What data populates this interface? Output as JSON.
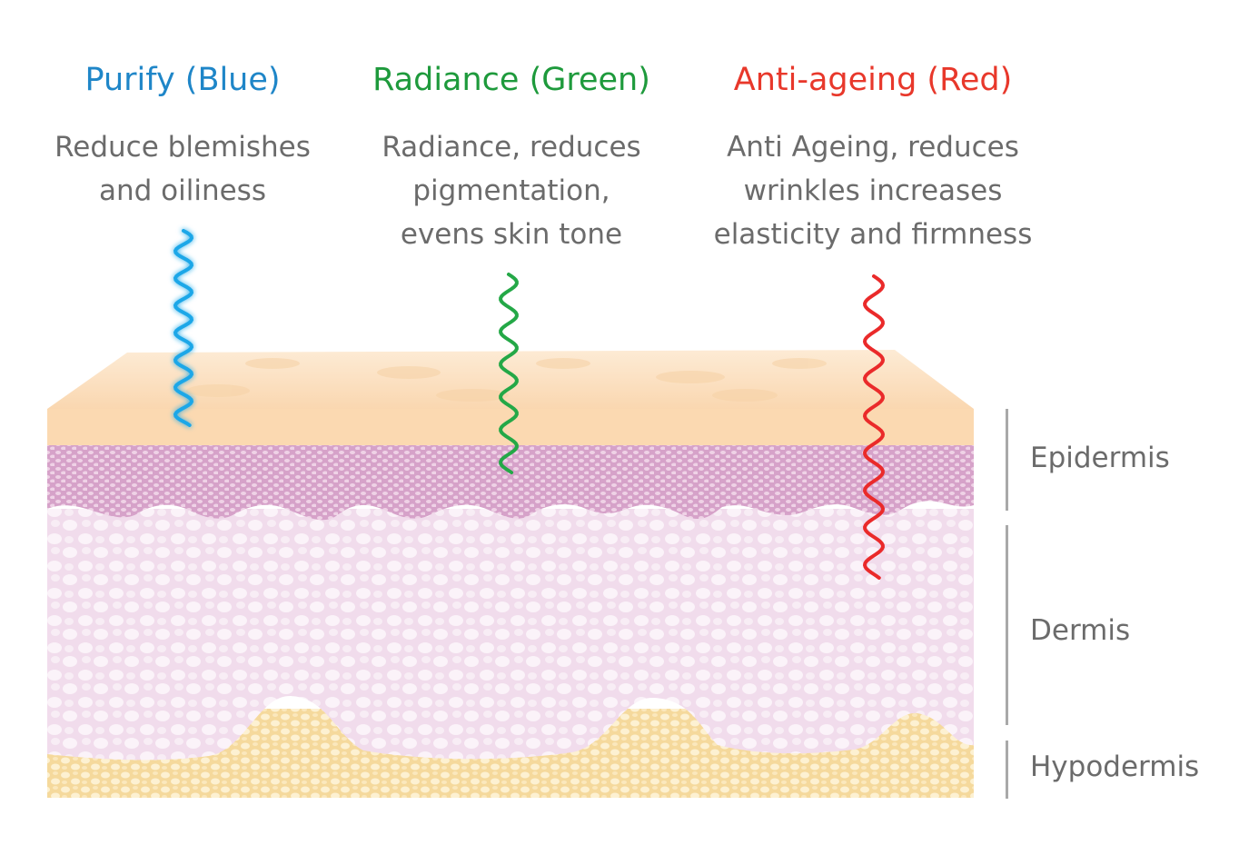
{
  "treatments": [
    {
      "id": "blue",
      "title": "Purify (Blue)",
      "color": "#1f86c8",
      "wave_color": "#1aa7e8",
      "description": [
        "Reduce blemishes",
        "and oiliness"
      ]
    },
    {
      "id": "green",
      "title": "Radiance (Green)",
      "color": "#1e9a3c",
      "wave_color": "#24a847",
      "description": [
        "Radiance, reduces",
        "pigmentation,",
        "evens skin tone"
      ]
    },
    {
      "id": "red",
      "title": "Anti-ageing (Red)",
      "color": "#e8382b",
      "wave_color": "#ea2a2a",
      "description": [
        "Anti Ageing, reduces",
        "wrinkles increases",
        "elasticity and firmness"
      ]
    }
  ],
  "layers": {
    "epidermis": "Epidermis",
    "dermis": "Dermis",
    "hypodermis": "Hypodermis"
  },
  "colors": {
    "surface": "#fbe0bf",
    "surface_top": "#fce9d3",
    "epidermis": "#d9a6cc",
    "dermis": "#f4e3f0",
    "hypodermis": "#fbe7b8",
    "bracket": "#a9a9a9",
    "text_gray": "#6b6b6b"
  }
}
